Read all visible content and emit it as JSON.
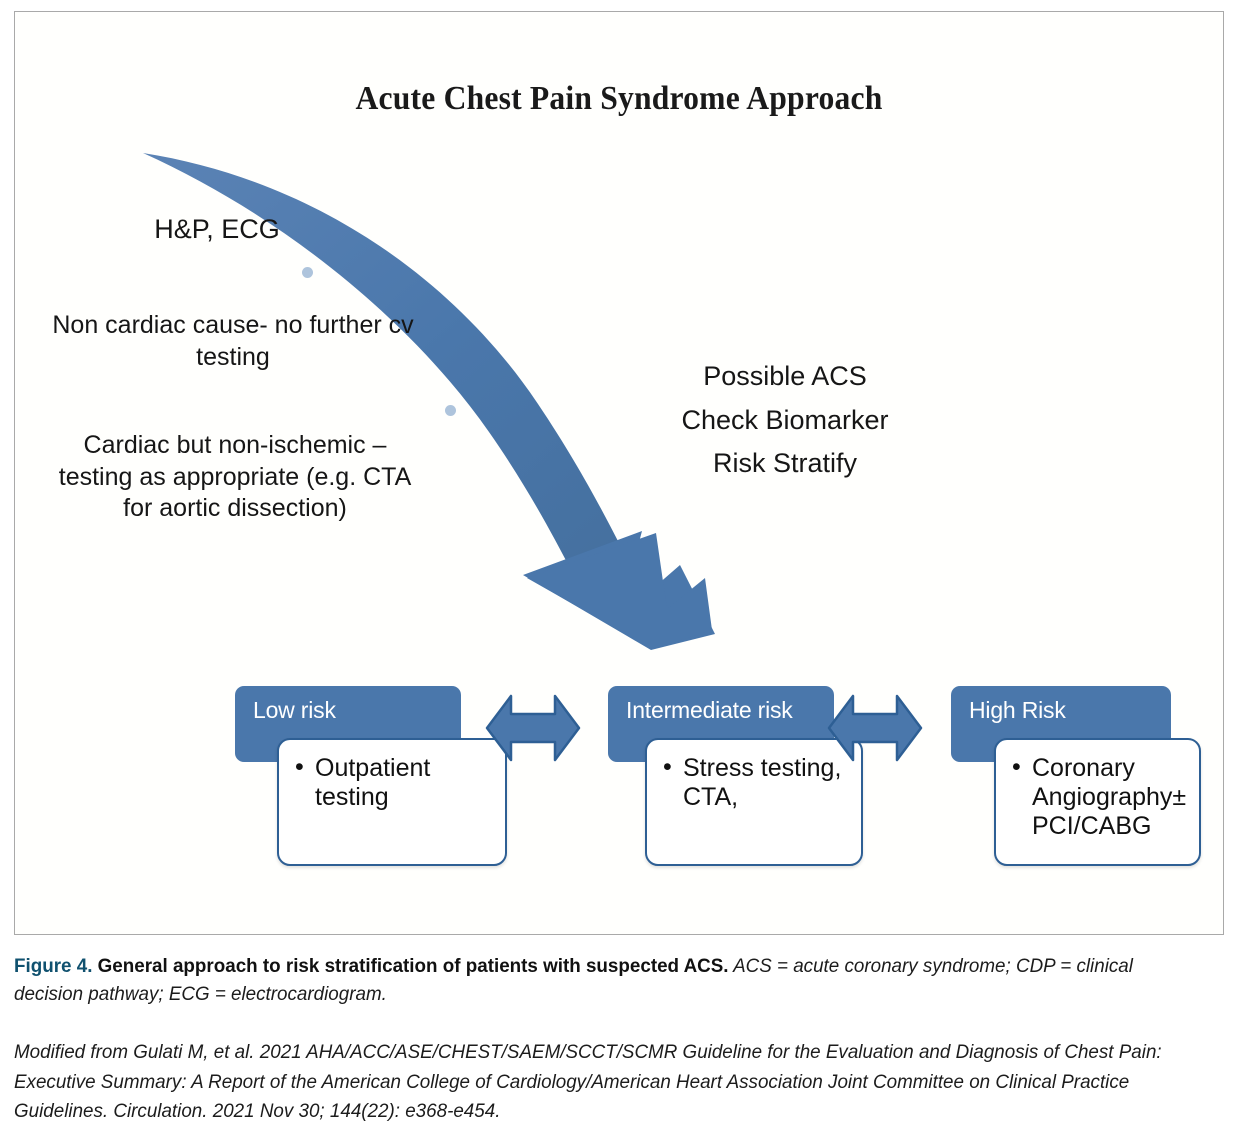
{
  "figure": {
    "title": "Acute Chest Pain Syndrome Approach",
    "initial_step": "H&P, ECG",
    "left_branch": [
      "Non cardiac cause- no further  cv\ntesting",
      "Cardiac but non-ischemic –\ntesting as appropriate (e.g.  CTA\nfor aortic dissection)"
    ],
    "right_branch": [
      "Possible ACS",
      "Check Biomarker",
      "Risk Stratify"
    ],
    "risk_levels": [
      {
        "header": "Low risk",
        "body": "Outpatient\ntesting"
      },
      {
        "header": "Intermediate risk",
        "body": "Stress testing,\nCTA,"
      },
      {
        "header": "High Risk",
        "body": "Coronary\nAngiography±\nPCI/CABG"
      }
    ],
    "colors": {
      "accent_blue": "#4a77ab",
      "arrow_outline": "#2e5f94",
      "box_border": "#2e5f94",
      "dot_blue": "#aec4dc",
      "figure_label_blue": "#10516f",
      "frame_border": "#a9a9a9"
    }
  },
  "caption": {
    "figure_label": "Figure 4.",
    "bold_text": " General approach to risk stratification of patients with suspected ACS.",
    "italic_text": " ACS = acute coronary syndrome; CDP = clinical decision pathway; ECG = electrocardiogram."
  },
  "source_note": "Modified from Gulati M, et al. 2021 AHA/ACC/ASE/CHEST/SAEM/SCCT/SCMR Guideline for the Evaluation and Diagnosis of Chest Pain: Executive Summary: A Report of the American College of Cardiology/American Heart Association Joint Committee on Clinical Practice Guidelines. Circulation. 2021 Nov 30; 144(22): e368-e454."
}
